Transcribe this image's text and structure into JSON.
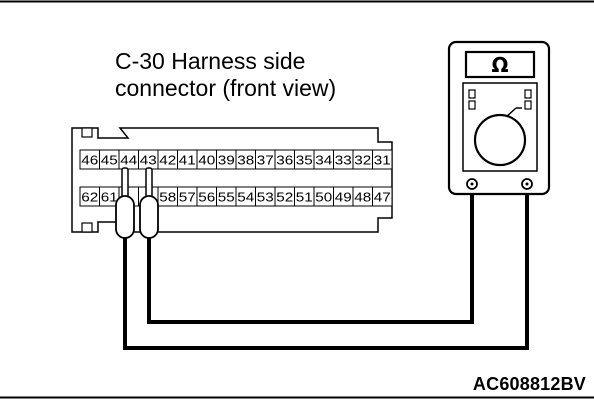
{
  "connector": {
    "title_line1": "C-30 Harness side",
    "title_line2": "connector (front view)",
    "top_row_pins": [
      "46",
      "45",
      "44",
      "43",
      "42",
      "41",
      "40",
      "39",
      "38",
      "37",
      "36",
      "35",
      "34",
      "33",
      "32",
      "31"
    ],
    "bottom_row_pins": [
      "62",
      "61",
      "",
      "",
      "58",
      "57",
      "56",
      "55",
      "54",
      "53",
      "52",
      "51",
      "50",
      "49",
      "48",
      "47"
    ]
  },
  "meter": {
    "symbol": "Ω"
  },
  "figure_id": "AC608812BV"
}
